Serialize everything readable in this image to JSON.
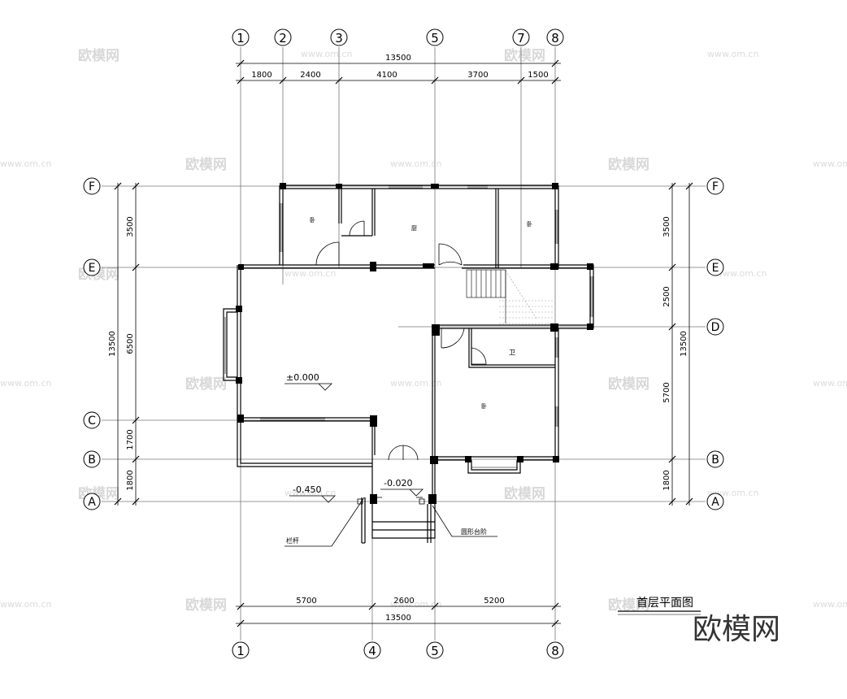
{
  "drawing": {
    "title": "首层平面图",
    "axis_top": [
      "1",
      "2",
      "3",
      "5",
      "7",
      "8"
    ],
    "axis_bottom": [
      "1",
      "4",
      "5",
      "8"
    ],
    "axis_rows": [
      "F",
      "E",
      "D",
      "C",
      "B",
      "A"
    ],
    "dims_top_total": "13500",
    "dims_top": [
      "1800",
      "2400",
      "4100",
      "3700",
      "1500"
    ],
    "dims_bottom": [
      "5700",
      "2600",
      "5200"
    ],
    "dims_bottom_total": "13500",
    "dims_left": [
      "3500",
      "6500",
      "1700",
      "1800"
    ],
    "dims_left_total": "13500",
    "dims_right": [
      "3500",
      "2500",
      "5700",
      "1800"
    ],
    "dims_right_total": "13500",
    "level_main": "±0.000",
    "level_porch": "-0.020",
    "level_yard": "-0.450",
    "label_railing": "栏杆",
    "label_steps": "圆形台阶",
    "room_1": "卧",
    "room_2": "厨",
    "room_3": "卧",
    "room_4": "卫",
    "room_5": "卧"
  },
  "watermark": {
    "brand": "欧模网",
    "url": "www.om.cn"
  }
}
